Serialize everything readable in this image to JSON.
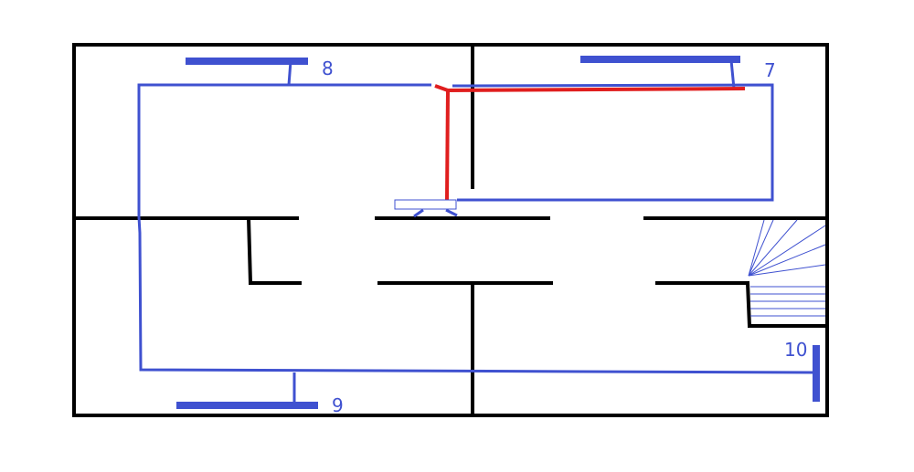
{
  "colors": {
    "wall": "#000000",
    "pipe": "#3f51d0",
    "supply": "#e01e1e",
    "background": "#ffffff"
  },
  "radiators": [
    {
      "id": "radiator-8",
      "label": "8"
    },
    {
      "id": "radiator-7",
      "label": "7"
    },
    {
      "id": "radiator-9",
      "label": "9"
    },
    {
      "id": "radiator-10",
      "label": "10"
    }
  ]
}
